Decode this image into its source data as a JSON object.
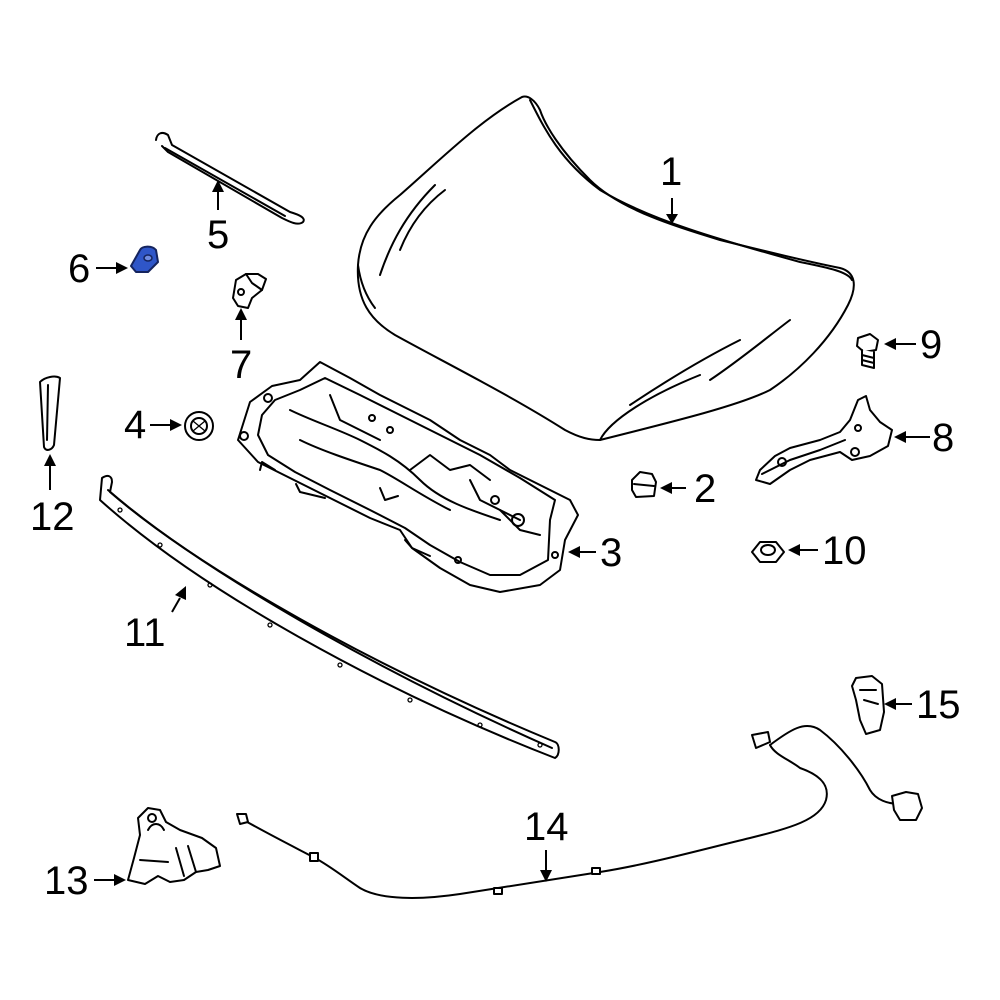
{
  "accent_color": "#2f56c8",
  "callouts": {
    "c1": "1",
    "c2": "2",
    "c3": "3",
    "c4": "4",
    "c5": "5",
    "c6": "6",
    "c7": "7",
    "c8": "8",
    "c9": "9",
    "c10": "10",
    "c11": "11",
    "c12": "12",
    "c13": "13",
    "c14": "14",
    "c15": "15"
  }
}
